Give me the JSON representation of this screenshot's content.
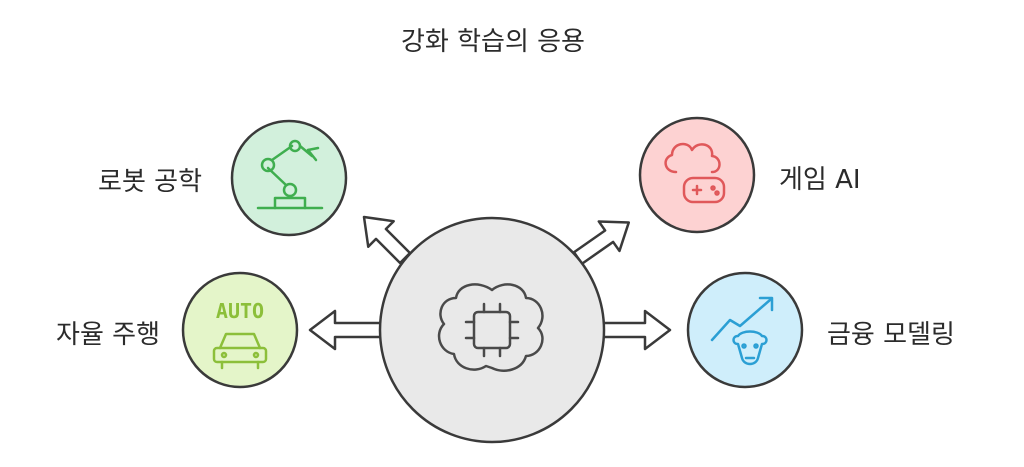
{
  "title": "강화 학습의 응용",
  "center": {
    "icon": "brain-chip-icon",
    "fill": "#e9e9e9"
  },
  "nodes": [
    {
      "key": "robotics",
      "label": "로봇 공학",
      "icon": "robot-arm-icon",
      "fill": "#d2f0dc",
      "stroke": "#3a3a3a",
      "accent": "#3fae4f"
    },
    {
      "key": "game",
      "label": "게임 AI",
      "icon": "cloud-gamepad-icon",
      "fill": "#fdd2d2",
      "stroke": "#3a3a3a",
      "accent": "#e0585a"
    },
    {
      "key": "driving",
      "label": "자율 주행",
      "icon": "auto-car-icon",
      "fill": "#e4f5c9",
      "stroke": "#3a3a3a",
      "accent": "#8cbf3a"
    },
    {
      "key": "finance",
      "label": "금융 모델링",
      "icon": "bull-trend-icon",
      "fill": "#cfeefb",
      "stroke": "#3a3a3a",
      "accent": "#2b9fd4"
    }
  ],
  "auto_badge": "AUTO"
}
